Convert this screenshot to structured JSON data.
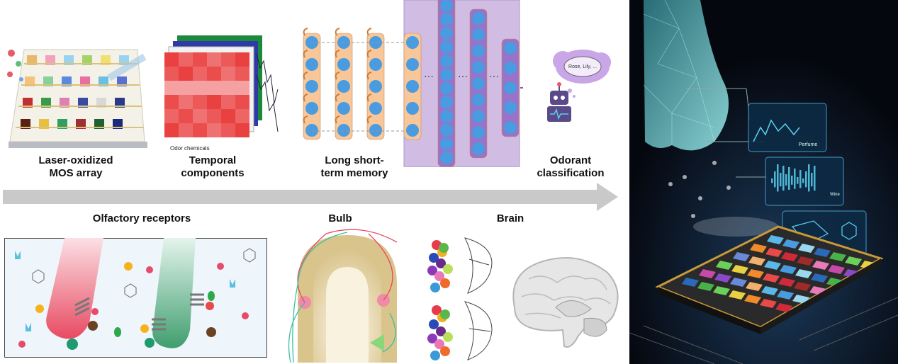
{
  "pipeline": {
    "step1": "Laser-oxidized\nMOS array",
    "step2": "Temporal\ncomponents",
    "step3": "Long short-\nterm memory",
    "step4": "Odorant\nclassification",
    "heatmap_axis_label": "Odor chemicals",
    "cloud_text": "Rose, Lily, ..."
  },
  "biology": {
    "receptors": "Olfactory receptors",
    "bulb": "Bulb",
    "brain": "Brain"
  },
  "art": {
    "panel1": "Perfume",
    "panel2": "Wine"
  },
  "colors": {
    "lstm_orange": "#f7c79a",
    "lstm_node": "#4a9be0",
    "lstm_purple": "#b99ad6",
    "arrow_gray": "#c9c9c9",
    "art_bg": "#05070e",
    "cyan": "#7fe0ea"
  }
}
